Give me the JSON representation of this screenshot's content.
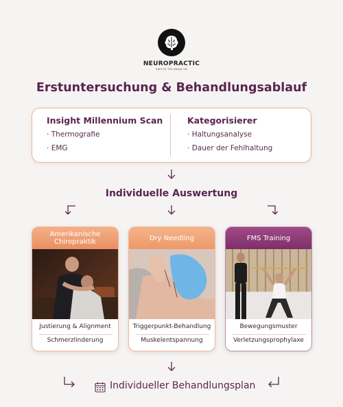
{
  "brand": {
    "name": "NEUROPRACTIC",
    "tagline": "SWITCH THE BRAIN ON"
  },
  "title": "Erstuntersuchung & Behandlungsablauf",
  "scan": {
    "left": {
      "heading": "Insight Millennium Scan",
      "items": [
        "Thermografie",
        "EMG"
      ]
    },
    "right": {
      "heading": "Kategorisierer",
      "items": [
        "Haltungsanalyse",
        "Dauer der Fehlhaltung"
      ]
    }
  },
  "evaluation": "Individuelle Auswertung",
  "cards": [
    {
      "title": "Amerikanische Chiropraktik",
      "items": [
        "Justierung & Alignment",
        "Schmerzlinderung"
      ],
      "color": "#ef9a6c"
    },
    {
      "title": "Dry Needling",
      "items": [
        "Triggerpunkt-Behandlung",
        "Muskelentspannung"
      ],
      "color": "#f0a575"
    },
    {
      "title": "FMS Training",
      "items": [
        "Bewegungsmuster",
        "Verletzungsprophylaxe"
      ],
      "color": "#8e3b78"
    }
  ],
  "plan": "Individueller Behandlungsplan",
  "icons": {
    "logo": "brain-icon",
    "calendar": "calendar-icon",
    "arrows": "arrow-icon"
  }
}
